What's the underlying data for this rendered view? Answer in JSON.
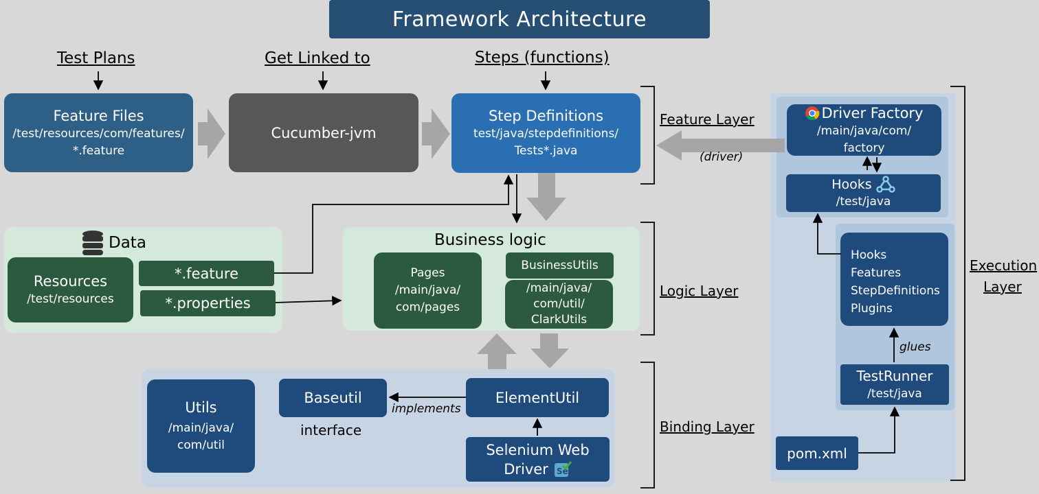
{
  "title": "Framework Architecture",
  "headers": {
    "test_plans": "Test Plans",
    "get_linked": "Get Linked to",
    "steps": "Steps (functions)"
  },
  "feature_files": {
    "title": "Feature Files",
    "path": "/test/resources/com/features/*.feature"
  },
  "cucumber": {
    "title": "Cucumber-jvm"
  },
  "step_defs": {
    "title": "Step Definitions",
    "path1": "test/java/stepdefinitions/",
    "path2": "Tests*.java"
  },
  "layers": {
    "feature": "Feature Layer",
    "logic": "Logic Layer",
    "binding": "Binding Layer",
    "execution_1": "Execution",
    "execution_2": "Layer"
  },
  "driver_label": "(driver)",
  "data": {
    "title": "Data",
    "resources_title": "Resources",
    "resources_path": "/test/resources",
    "feature_tag": "*.feature",
    "properties_tag": "*.properties"
  },
  "business": {
    "title": "Business logic",
    "pages_title": "Pages",
    "pages_path1": "/main/java/",
    "pages_path2": "com/pages",
    "utils_title": "BusinessUtils",
    "utils_path1": "/main/java/",
    "utils_path2": "com/util/",
    "utils_path3": "ClarkUtils"
  },
  "binding": {
    "utils_title": "Utils",
    "utils_path1": "/main/java/",
    "utils_path2": "com/util",
    "baseutil": "Baseutil",
    "interface": "interface",
    "implements": "implements",
    "elementutil": "ElementUtil",
    "selenium_1": "Selenium Web",
    "selenium_2": "Driver"
  },
  "execution": {
    "driver_factory": "Driver Factory",
    "df_path1": "/main/java/com/",
    "df_path2": "factory",
    "hooks": "Hooks",
    "hooks_path": "/test/java",
    "glue_items": [
      "Hooks",
      "Features",
      "StepDefinitions",
      "Plugins"
    ],
    "glues": "glues",
    "testrunner": "TestRunner",
    "testrunner_path": "/test/java",
    "pom": "pom.xml"
  },
  "colors": {
    "navy": "#1f4a7c",
    "teal_blue": "#2e5f86",
    "gray_box": "#575757",
    "step_blue": "#2a6fb2",
    "dark_green": "#2b5a3f",
    "mint": "#d5e8dc",
    "light_blue_panel": "#c6d4e3",
    "arrow_gray": "#a6a6a6"
  }
}
